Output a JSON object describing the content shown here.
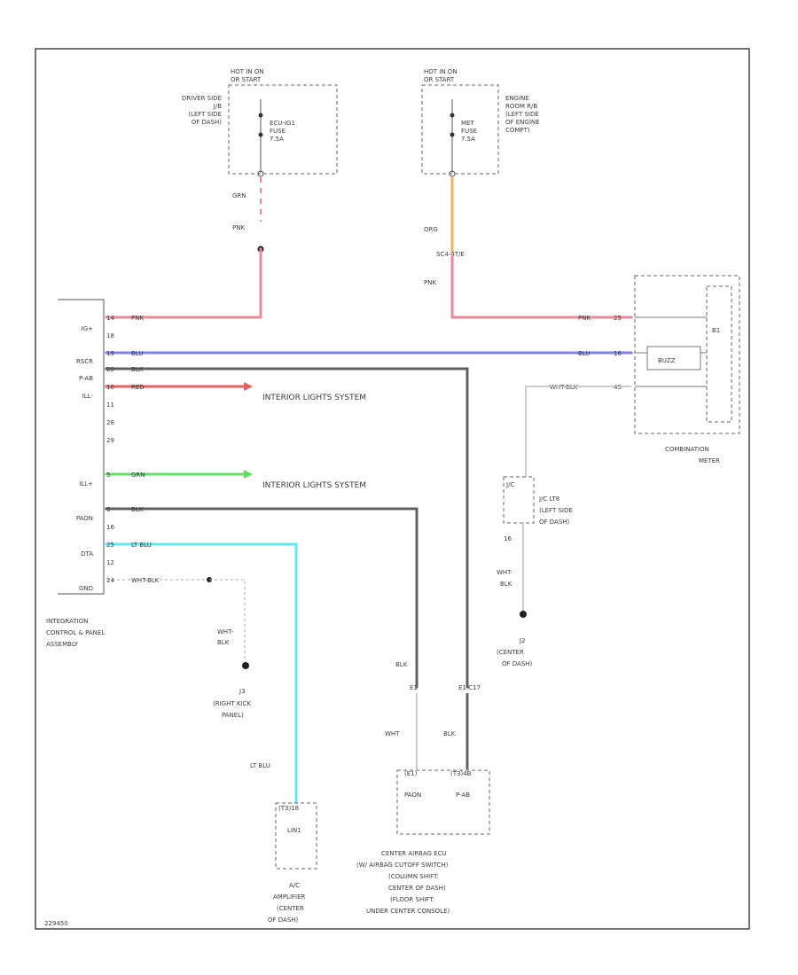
{
  "colors": {
    "pink": "#ee8899",
    "blue": "#8080f0",
    "red": "#e86060",
    "green": "#60e060",
    "gray": "#606060",
    "ltblue": "#60e8f0",
    "orange": "#f0b060",
    "ltgray": "#c8c8c8"
  },
  "fuse_left": {
    "header": [
      "HOT IN ON",
      "OR START"
    ],
    "location": [
      "DRIVER SIDE",
      "J/B",
      "(LEFT SIDE",
      "OF DASH)"
    ],
    "fuse": [
      "ECU-IG1",
      "FUSE",
      "7.5A"
    ],
    "wire_colors": [
      "GRN",
      "PNK"
    ]
  },
  "fuse_right": {
    "header": [
      "HOT IN ON",
      "OR START"
    ],
    "location": [
      "ENGINE",
      "ROOM R/B",
      "(LEFT SIDE",
      "OF ENGINE",
      "COMPT)"
    ],
    "fuse": [
      "MET",
      "FUSE",
      "7.5A"
    ],
    "wire_colors": [
      "ORG",
      "PNK"
    ],
    "splice": "SC4-4T/E"
  },
  "icp": {
    "pins": [
      {
        "label": "IG+",
        "num": "14",
        "wire": "PNK"
      },
      {
        "label": "",
        "num": "18",
        "wire": ""
      },
      {
        "label": "RSCR",
        "num": "19",
        "wire": "BLU"
      },
      {
        "label": "P-AB",
        "num": "20",
        "wire": "BLK"
      },
      {
        "label": "ILL-",
        "num": "10",
        "wire": "RED"
      },
      {
        "label": "",
        "num": "11",
        "wire": ""
      },
      {
        "label": "",
        "num": "28",
        "wire": ""
      },
      {
        "label": "",
        "num": "29",
        "wire": ""
      },
      {
        "label": "ILL+",
        "num": "5",
        "wire": "GRN"
      },
      {
        "label": "PAON",
        "num": "6",
        "wire": "BLK"
      },
      {
        "label": "",
        "num": "16",
        "wire": ""
      },
      {
        "label": "DTA",
        "num": "25",
        "wire": "LT BLU"
      },
      {
        "label": "",
        "num": "12",
        "wire": ""
      },
      {
        "label": "GND",
        "num": "24",
        "wire": "WHT-BLK"
      }
    ],
    "name": [
      "INTEGRATION",
      "CONTROL & PANEL",
      "ASSEMBLY"
    ]
  },
  "systems": {
    "interior_1": "INTERIOR LIGHTS SYSTEM",
    "interior_2": "INTERIOR LIGHTS SYSTEM"
  },
  "meter": {
    "pins": [
      {
        "wire": "PNK",
        "num": "25"
      },
      {
        "wire": "BLU",
        "num": "16"
      },
      {
        "wire": "WHT-BLK",
        "num": "45"
      }
    ],
    "connector": "B1",
    "buzzer": "BUZZ",
    "name": [
      "COMBINATION",
      "METER"
    ]
  },
  "ground_right": {
    "jc": "J/C",
    "jc_name": [
      "J/C LT8",
      "(LEFT SIDE",
      "OF DASH)"
    ],
    "pin": "16",
    "wire": [
      "WHT-",
      "BLK"
    ],
    "ground_name": [
      "J2",
      "(CENTER",
      "OF DASH)"
    ]
  },
  "ground_left": {
    "wire": [
      "WHT-",
      "BLK"
    ],
    "ground_name": [
      "J3",
      "(RIGHT KICK",
      "PANEL)"
    ]
  },
  "airbag": {
    "wire_left": "BLK",
    "wire_left2": "WHT",
    "wire_right": "BLK",
    "conn_left": "E1",
    "conn_right": "E1 C17",
    "pins": [
      "PAON",
      "P-AB"
    ],
    "conn_top_left": "(E1)",
    "conn_top_right": "(T3)4B",
    "name": [
      "CENTER AIRBAG ECU",
      "(W/ AIRBAG CUTOFF SWITCH)",
      "(COLUMN SHIFT:",
      "CENTER OF DASH)",
      "(FLOOR SHIFT:",
      "UNDER CENTER CONSOLE)"
    ]
  },
  "ac_amp": {
    "wire": "LT BLU",
    "connector": "(T3)18",
    "pin": "LIN1",
    "name": [
      "A/C",
      "AMPLIFIER",
      "(CENTER",
      "OF DASH)"
    ]
  },
  "footer": "229450"
}
